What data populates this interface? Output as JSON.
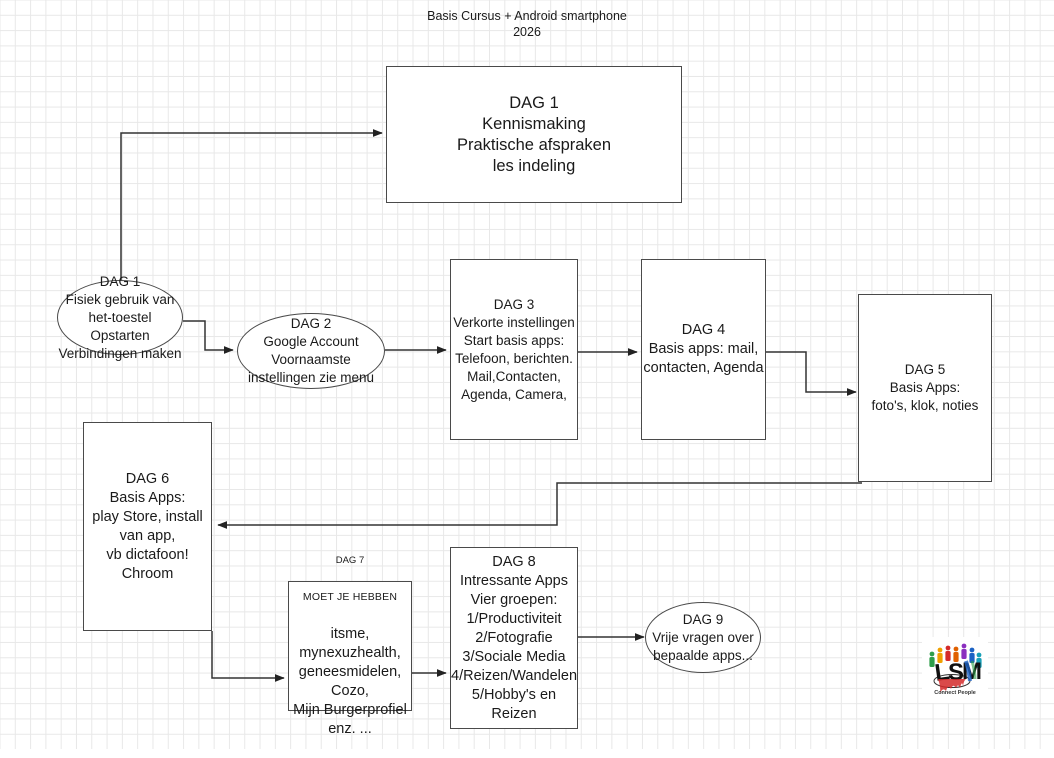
{
  "diagram": {
    "title": "Basis Cursus + Android smartphone\n2026",
    "type": "flowchart",
    "background": "#ffffff",
    "grid_color": "#e8e8e8",
    "node_border_color": "#4a4a4a",
    "edge_color": "#333333",
    "nodes": [
      {
        "id": "dag1-box",
        "shape": "rect",
        "heading": "DAG 1",
        "text": "DAG 1\nKennismaking\nPraktische afspraken\nles indeling"
      },
      {
        "id": "dag1-ellipse",
        "shape": "ellipse",
        "heading": "DAG 1",
        "text": "DAG 1\nFisiek gebruik van\nhet-toestel\nOpstarten\nVerbindingen maken"
      },
      {
        "id": "dag2-ellipse",
        "shape": "ellipse",
        "heading": "DAG 2",
        "text": "DAG 2\nGoogle Account\nVoornaamste\ninstellingen zie menu"
      },
      {
        "id": "dag3-box",
        "shape": "rect",
        "heading": "DAG 3",
        "text": "DAG 3\nVerkorte instellingen\nStart basis apps:\nTelefoon, berichten.\nMail,Contacten,\nAgenda,  Camera,"
      },
      {
        "id": "dag4-box",
        "shape": "rect",
        "heading": "DAG 4",
        "text": "DAG 4\nBasis apps: mail,\ncontacten, Agenda"
      },
      {
        "id": "dag5-box",
        "shape": "rect",
        "heading": "DAG 5",
        "text": "DAG 5\nBasis Apps:\nfoto's, klok, noties"
      },
      {
        "id": "dag6-box",
        "shape": "rect",
        "heading": "DAG 6",
        "text": "DAG 6\nBasis Apps:\nplay Store, install\nvan app,\nvb dictafoon!\nChroom"
      },
      {
        "id": "dag7-box",
        "shape": "rect",
        "heading": "DAG 7",
        "subheading": "MOET JE HEBBEN",
        "text": "itsme,\nmynexuzhealth,\ngeneesmidelen,\nCozo,\nMijn Burgerprofiel\nenz. ..."
      },
      {
        "id": "dag8-box",
        "shape": "rect",
        "heading": "DAG 8",
        "text": "DAG 8\nIntressante Apps\nVier groepen:\n1/Productiviteit\n2/Fotografie\n3/Sociale Media\n4/Reizen/Wandelen\n5/Hobby's en Reizen"
      },
      {
        "id": "dag9-ellipse",
        "shape": "ellipse",
        "heading": "DAG 9",
        "text": "DAG 9\nVrije vragen over\nbepaalde apps..."
      }
    ],
    "edges": [
      {
        "from": "dag1-ellipse",
        "to": "dag1-box"
      },
      {
        "from": "dag1-ellipse",
        "to": "dag2-ellipse"
      },
      {
        "from": "dag2-ellipse",
        "to": "dag3-box"
      },
      {
        "from": "dag3-box",
        "to": "dag4-box"
      },
      {
        "from": "dag4-box",
        "to": "dag5-box"
      },
      {
        "from": "dag5-box",
        "to": "dag6-box"
      },
      {
        "from": "dag6-box",
        "to": "dag7-box"
      },
      {
        "from": "dag7-box",
        "to": "dag8-box"
      },
      {
        "from": "dag8-box",
        "to": "dag9-ellipse"
      }
    ]
  },
  "logo": {
    "name": "lsm-logo",
    "caption": "Connect People"
  }
}
